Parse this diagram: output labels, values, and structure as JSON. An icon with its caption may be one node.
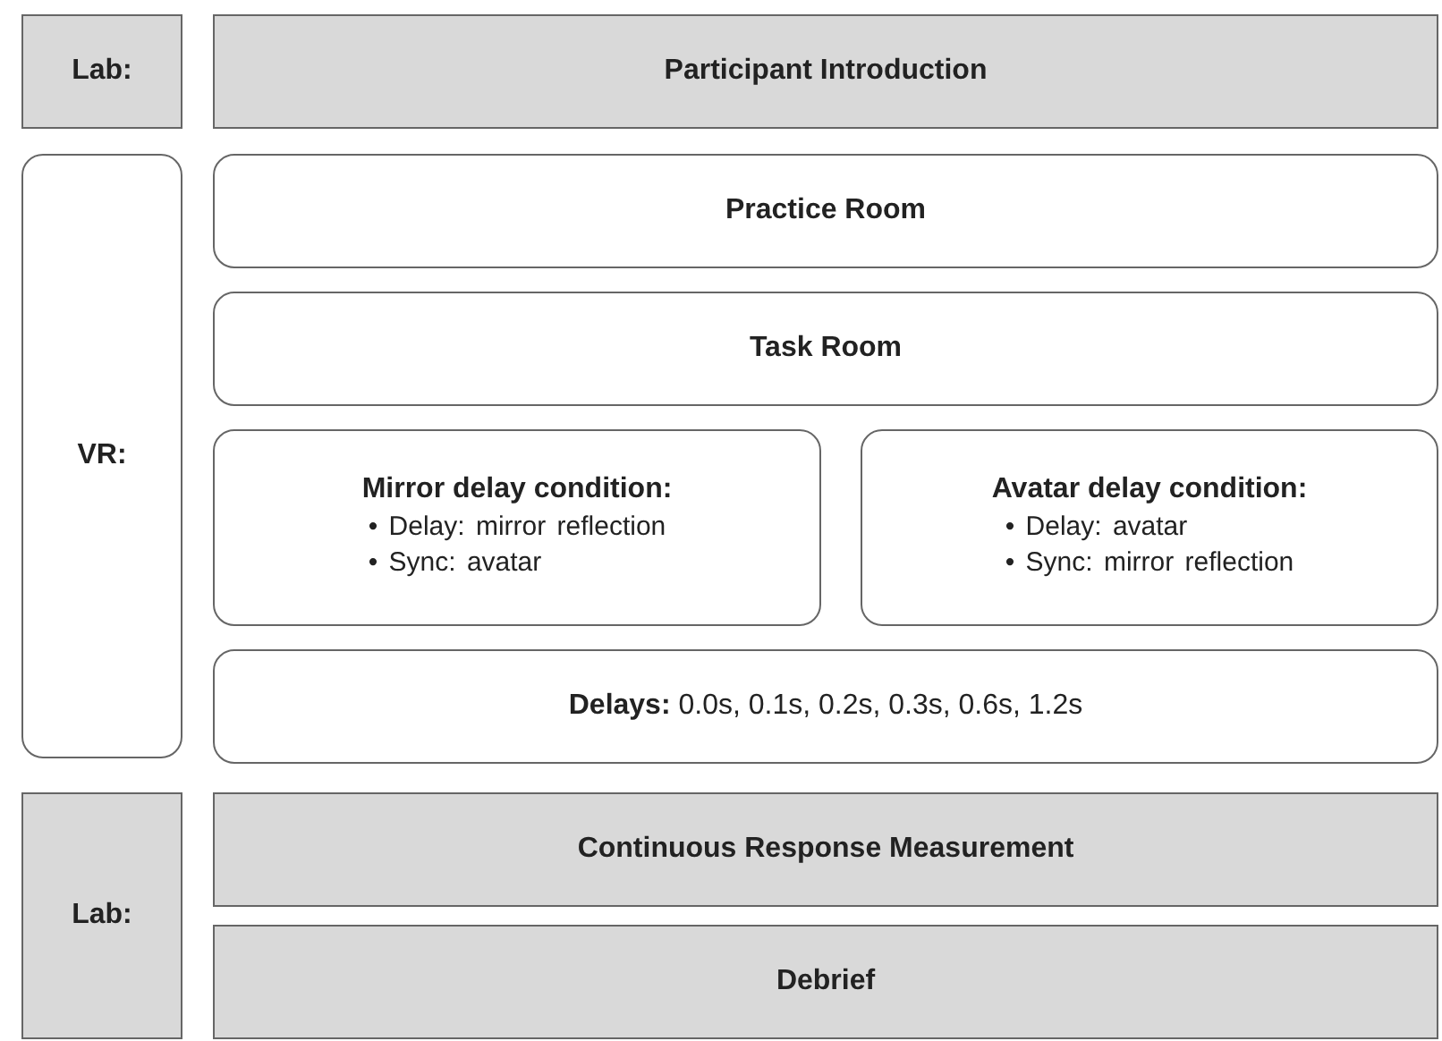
{
  "diagram": {
    "nodes": [
      {
        "text": [
          "Lab:"
        ]
      },
      {
        "text": [
          "Participant Introduction"
        ]
      },
      {
        "text": [
          "VR:"
        ]
      },
      {
        "text": [
          "Practice Room"
        ]
      },
      {
        "text": [
          "Task Room"
        ]
      },
      {
        "text": [
          "Mirror delay condition:",
          "• Delay: mirror reflection",
          "• Sync: avatar"
        ]
      },
      {
        "text": [
          "Avatar delay condition:",
          "• Delay: avatar",
          "• Sync: mirror reflection"
        ]
      },
      {
        "text": [
          "**Delays:** 0.0s, 0.1s, 0.2s, 0.3s, 0.6s, 1.2s"
        ]
      },
      {
        "text": [
          "Lab:"
        ]
      },
      {
        "text": [
          "Continuous Response Measurement"
        ]
      },
      {
        "text": [
          "Debrief"
        ]
      }
    ]
  }
}
